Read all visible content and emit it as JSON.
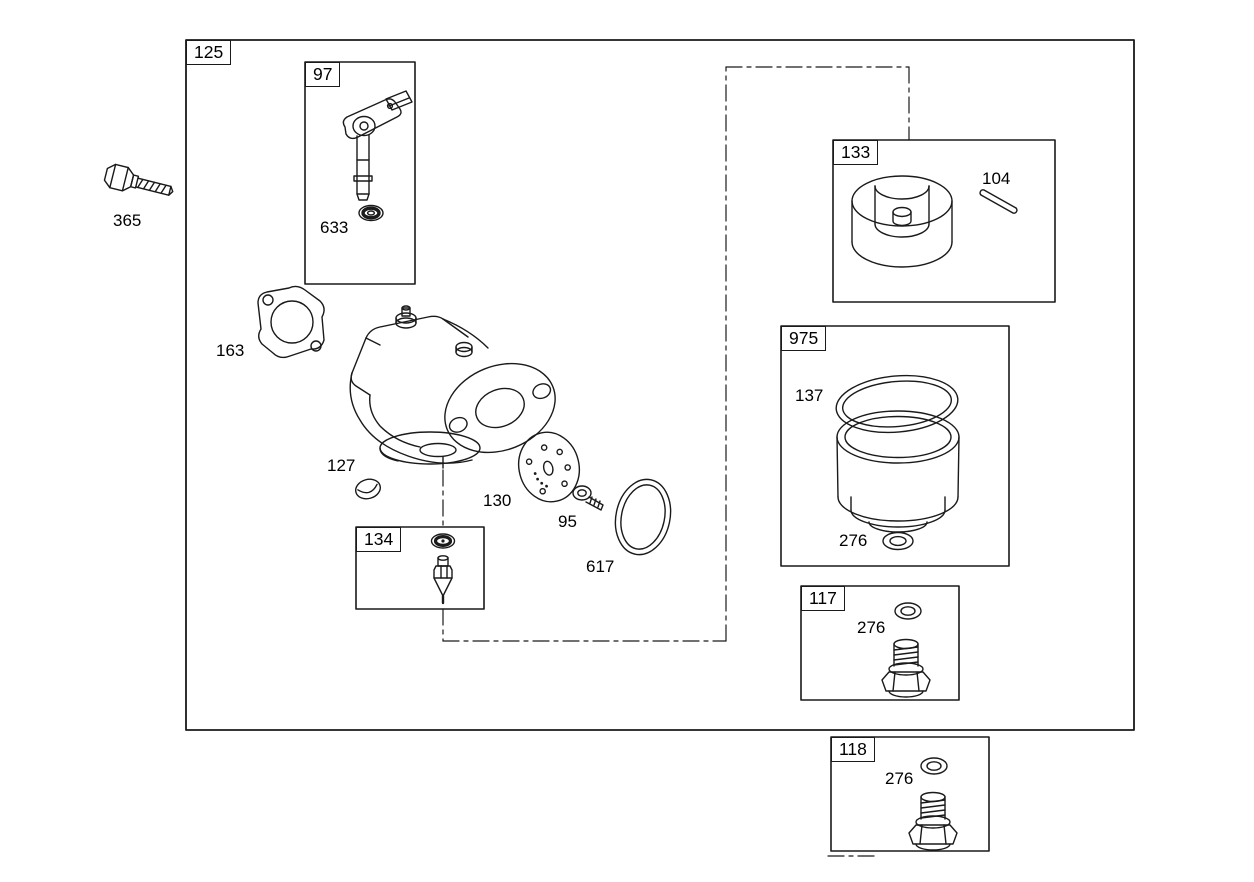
{
  "diagram": {
    "type": "exploded-parts-diagram",
    "subject": "carburetor assembly",
    "labels": {
      "main_box": "125",
      "box_97": "97",
      "part_633": "633",
      "part_365": "365",
      "part_163": "163",
      "part_127": "127",
      "part_130": "130",
      "part_95": "95",
      "part_617": "617",
      "box_134": "134",
      "box_133": "133",
      "part_104": "104",
      "box_975": "975",
      "part_137": "137",
      "part_276_bowl": "276",
      "box_117": "117",
      "part_276_screw1": "276",
      "box_118": "118",
      "part_276_screw2": "276"
    },
    "line_color": "#1a1a1a",
    "background_color": "#ffffff"
  }
}
